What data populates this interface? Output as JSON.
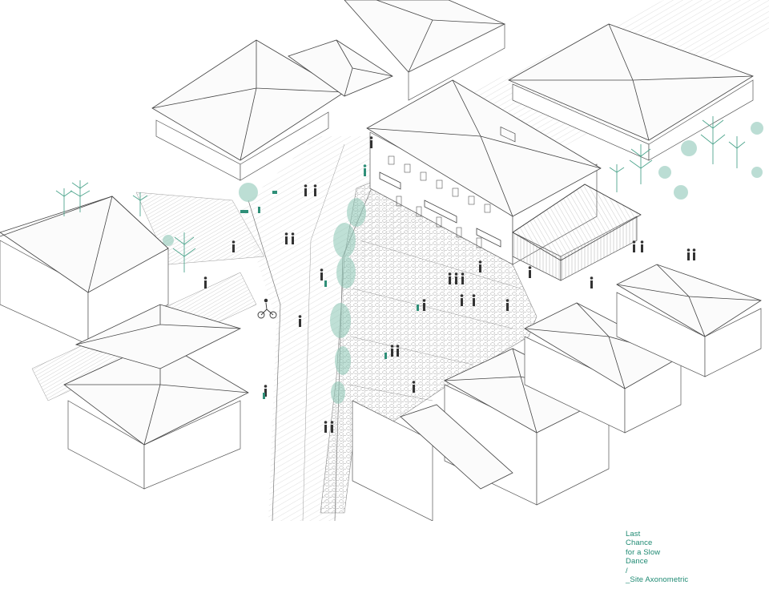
{
  "caption": {
    "lines": [
      "Last",
      "Chance",
      "for a Slow",
      "Dance",
      "/",
      "_Site Axonometric"
    ]
  },
  "colors": {
    "accent": "#1f8a73",
    "tree": "#6fb9a5",
    "line": "#444444",
    "paving": "#b8b8b8"
  },
  "icons": [
    "tree-icon",
    "person-icon",
    "cyclist-icon"
  ]
}
